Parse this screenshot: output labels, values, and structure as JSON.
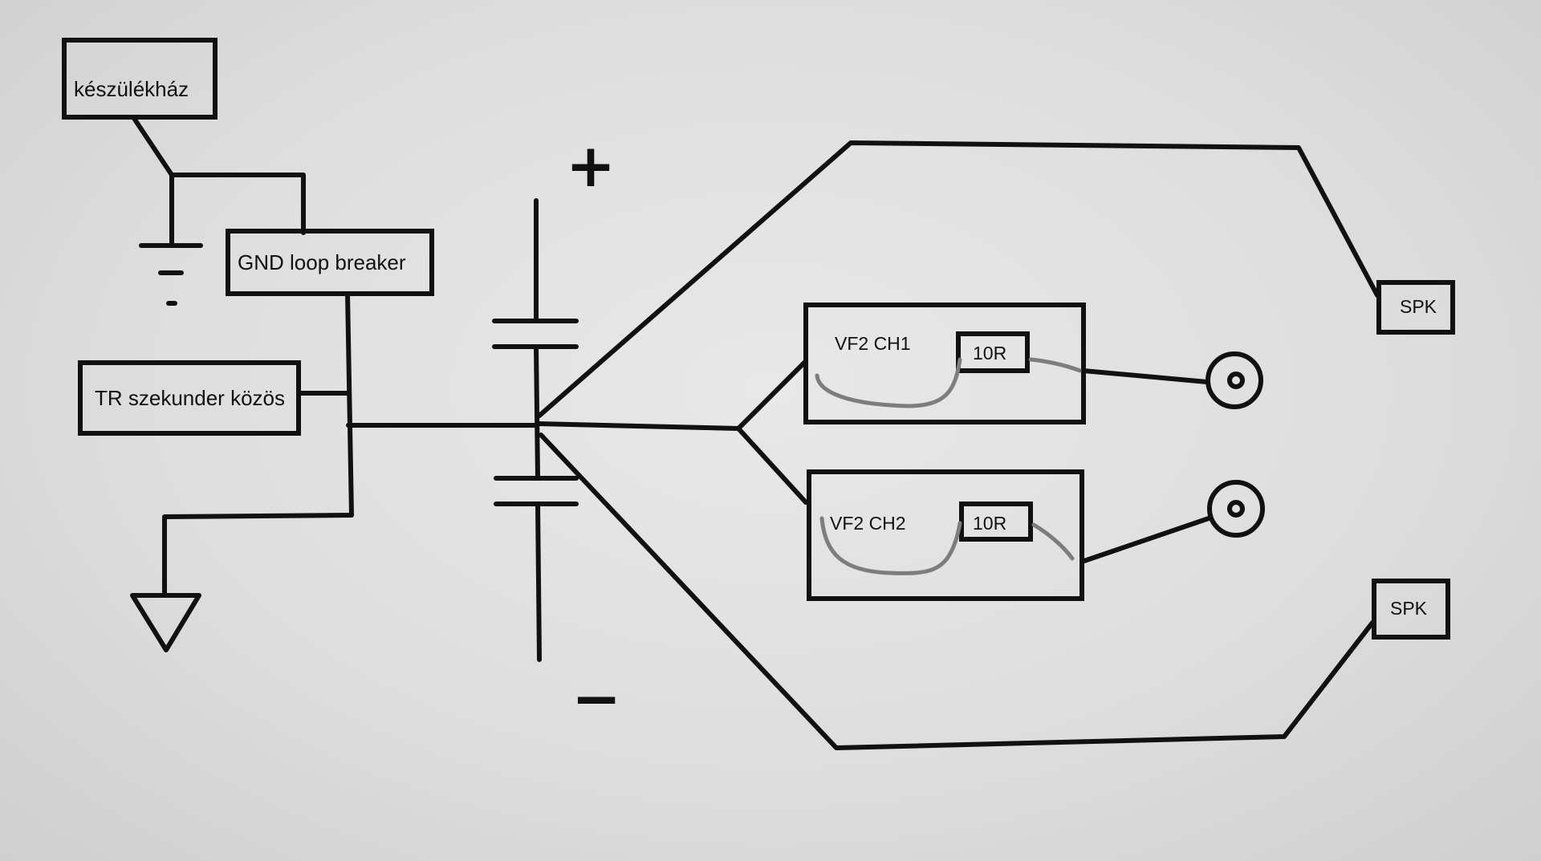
{
  "labels": {
    "chassis": "készülékház",
    "gnd_loop_breaker": "GND loop breaker",
    "tr_secondary_common": "TR szekunder közös",
    "vf2_ch1": "VF2 CH1",
    "vf2_ch2": "VF2 CH2",
    "resistor_ch1": "10R",
    "resistor_ch2": "10R",
    "spk_top": "SPK",
    "spk_bottom": "SPK",
    "plus": "+",
    "minus": "−"
  },
  "colors": {
    "background": "#dcdcdc",
    "ink": "#111111",
    "pencil": "#7d7d7d"
  }
}
